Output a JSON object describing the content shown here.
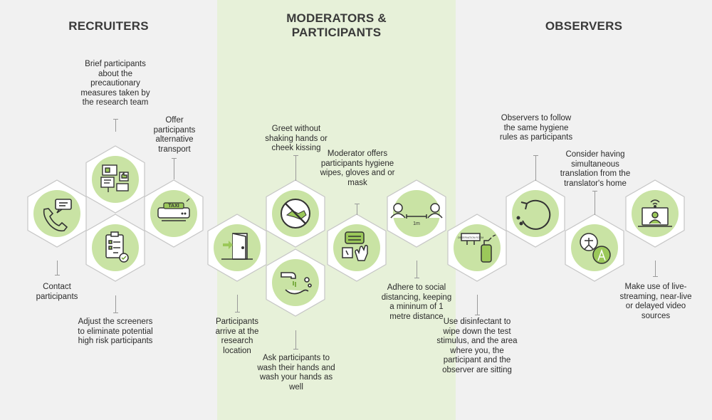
{
  "sections": {
    "recruiters": "RECRUITERS",
    "moderators": "MODERATORS & PARTICIPANTS",
    "observers": "OBSERVERS"
  },
  "steps": {
    "contact": "Contact participants",
    "brief": "Brief participants about the precautionary measures taken by the research team",
    "adjust": "Adjust the screeners to eliminate potential high risk participants",
    "transport": "Offer participants alternative transport",
    "arrive": "Participants arrive at the research location",
    "greet": "Greet without shaking hands or cheek kissing",
    "wash": "Ask participants to wash their hands and wash your hands as well",
    "wipes": "Moderator offers participants hygiene wipes, gloves and or mask",
    "distance": "Adhere to social distancing, keeping a mininum of 1 metre distance",
    "disinfect": "Use disinfectant to wipe down the test stimulus, and the area where you, the participant and the observer are sitting",
    "hygiene": "Observers to follow the same hygiene rules as participants",
    "translation": "Consider having simultaneous translation from the translator's home",
    "stream": "Make use of live-streaming, near-live or delayed video sources"
  },
  "icon_text": {
    "taxi": "TAXI",
    "distance": "1m",
    "observation_room": "OBSERVATION ROOM"
  },
  "colors": {
    "accent": "#9bc85a",
    "circle": "#c9e3a4",
    "band": "#e7f1d9",
    "background": "#f1f1f1"
  }
}
